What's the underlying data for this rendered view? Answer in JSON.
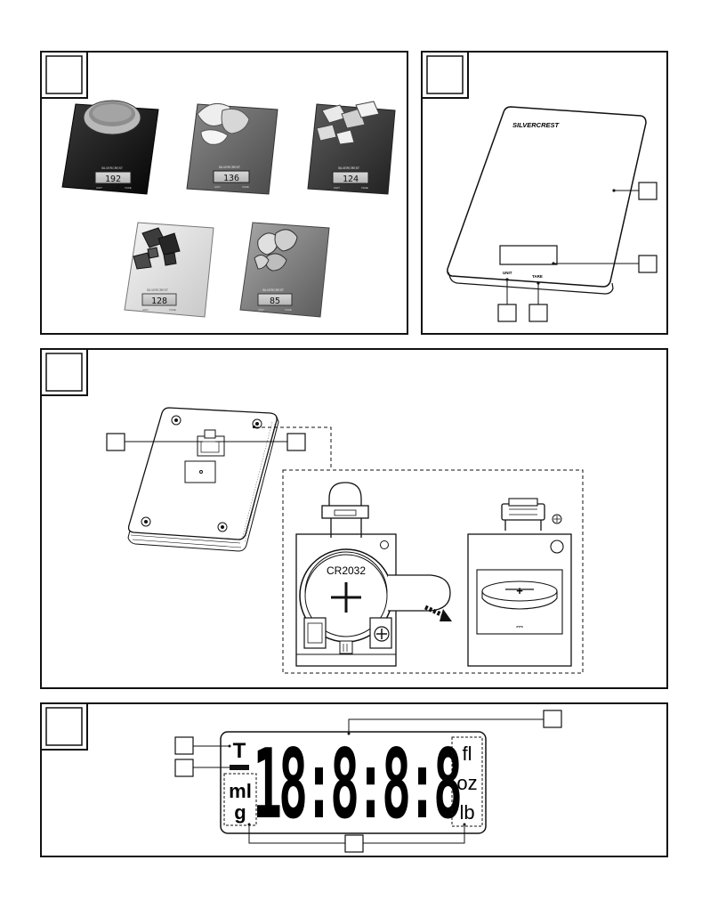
{
  "panel1": {
    "scales": [
      {
        "brand": "SILVERCREST",
        "reading": "192",
        "left_button": "UNIT",
        "right_button": "TARE"
      },
      {
        "brand": "SILVERCREST",
        "reading": "136",
        "left_button": "UNIT",
        "right_button": "TARE"
      },
      {
        "brand": "SILVERCREST",
        "reading": "124",
        "left_button": "UNIT",
        "right_button": "TARE"
      },
      {
        "brand": "SILVERCREST",
        "reading": "128",
        "left_button": "UNIT",
        "right_button": "TARE"
      },
      {
        "brand": "SILVERCREST",
        "reading": "85",
        "left_button": "UNIT",
        "right_button": "TARE"
      }
    ]
  },
  "panel2": {
    "brand": "SILVERCREST",
    "unit_button": "UNIT",
    "tare_button": "TARE"
  },
  "panel3": {
    "battery_type": "CR2032",
    "plus_symbol": "+",
    "dc_symbol": "⎓"
  },
  "panel4": {
    "tare_symbol": "T",
    "unit_ml": "ml",
    "unit_g": "g",
    "unit_fl": "fl",
    "unit_oz": "oz",
    "unit_lb": "lb",
    "digits": "18:8:8:8"
  },
  "colors": {
    "ink": "#111111",
    "scale_black": "#1a1a1a",
    "scale_gray": "#6a6a6a",
    "scale_dark": "#3a3a3a",
    "scale_white": "#e6e6e6",
    "scale_mid": "#8c8c8c"
  }
}
